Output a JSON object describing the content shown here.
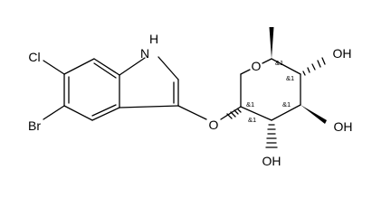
{
  "structure": {
    "atom_labels": {
      "nh": "H",
      "n": "N",
      "cl": "Cl",
      "br": "Br",
      "o_ring": "O",
      "o_link": "O",
      "oh_top": "OH",
      "oh_right": "OH",
      "oh_bottom": "OH"
    },
    "stereo_labels": {
      "c5": "&1",
      "c1": "&1",
      "c2": "&1",
      "c3": "&1",
      "c4": "&1"
    },
    "colors": {
      "bond": "#000000",
      "text": "#000000",
      "background": "#ffffff"
    }
  }
}
